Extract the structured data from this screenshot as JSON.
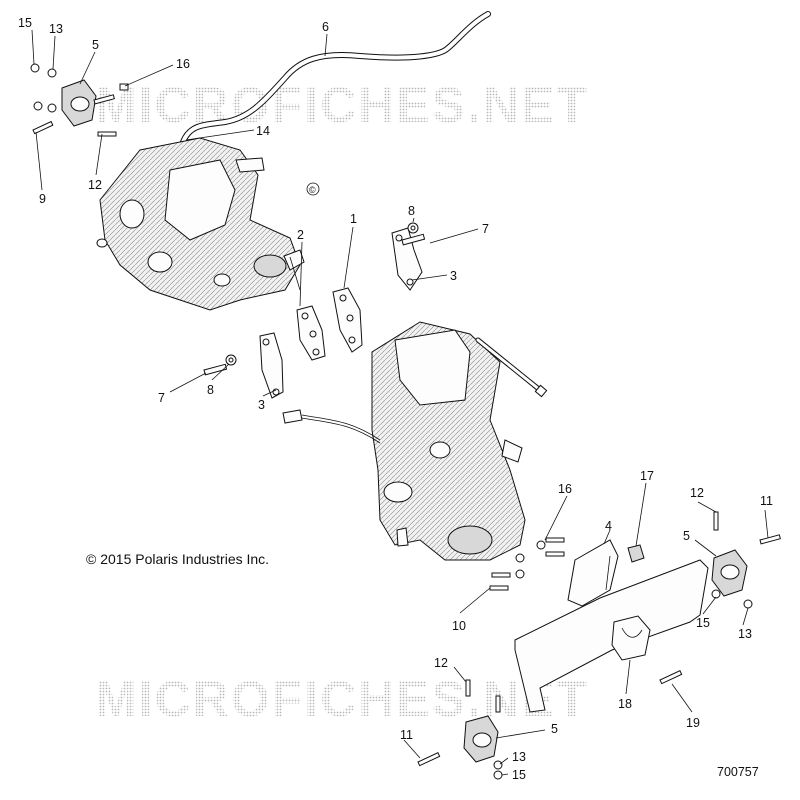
{
  "watermark": {
    "text": "MICROFICHES.NET"
  },
  "copyright_symbol": "©",
  "copyright_text": "© 2015 Polaris Industries Inc.",
  "figure_number": "700757",
  "callouts": {
    "c15a": "15",
    "c13a": "13",
    "c5a": "5",
    "c16a": "16",
    "c6": "6",
    "c14": "14",
    "c9": "9",
    "c12a": "12",
    "c1": "1",
    "c8a": "8",
    "c7a": "7",
    "c2": "2",
    "c3a": "3",
    "c7b": "7",
    "c8b": "8",
    "c3b": "3",
    "c16b": "16",
    "c17": "17",
    "c12b": "12",
    "c11a": "11",
    "c4": "4",
    "c5b": "5",
    "c10": "10",
    "c15b": "15",
    "c13b": "13",
    "c12c": "12",
    "c18": "18",
    "c19": "19",
    "c5c": "5",
    "c11b": "11",
    "c13c": "13",
    "c15c": "15"
  }
}
